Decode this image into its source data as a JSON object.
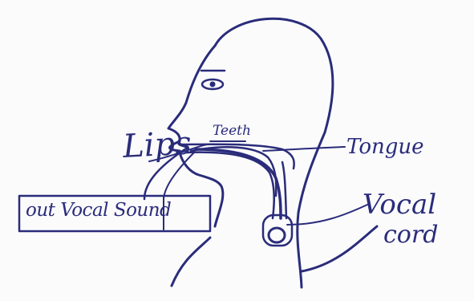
{
  "labels": {
    "lips": "Lips",
    "teeth": "Teeth",
    "tongue": "Tongue",
    "vocal": "Vocal",
    "cord": "cord",
    "box_text": "out Vocal Sound"
  },
  "colors": {
    "ink": "#2a2c7a",
    "paper": "#fbfbfc"
  }
}
